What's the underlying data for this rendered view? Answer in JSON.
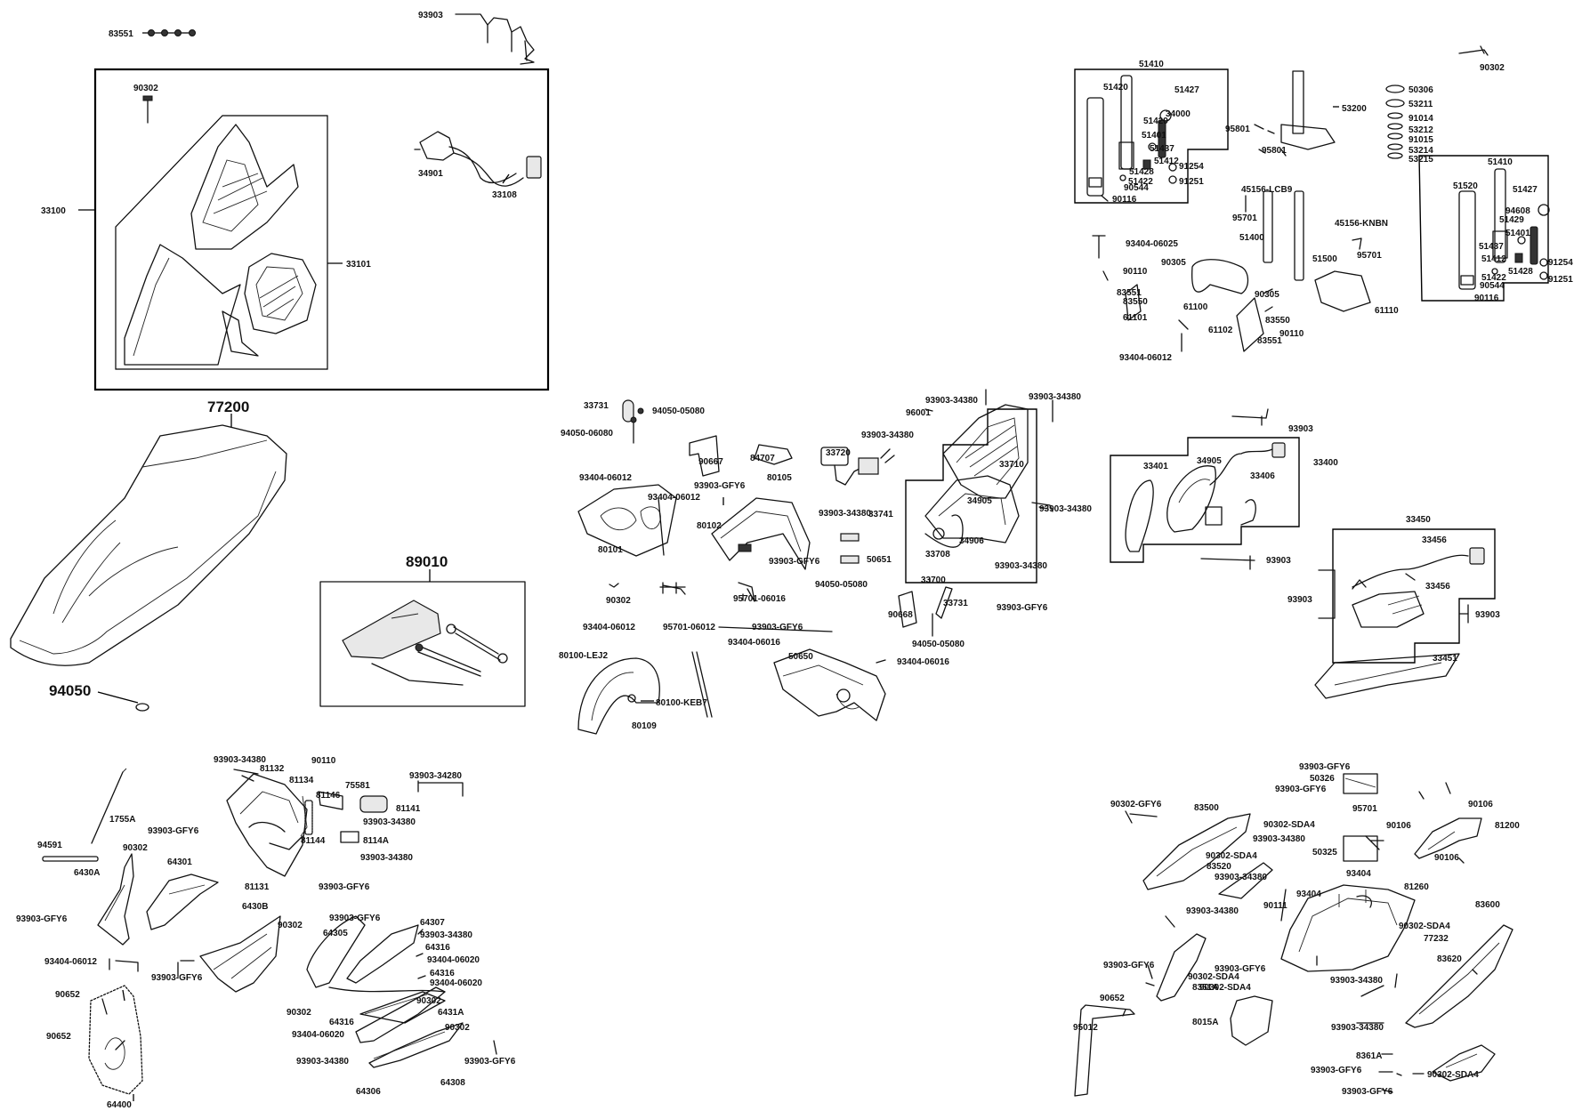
{
  "labels": {
    "l83551a": "83551",
    "l93903a": "93903",
    "l33100": "33100",
    "l90302a": "90302",
    "l34901": "34901",
    "l33108": "33108",
    "l33101": "33101",
    "l77200": "77200",
    "l89010": "89010",
    "l94050": "94050",
    "l33731a": "33731",
    "l94050_05080a": "94050-05080",
    "l94050_06080": "94050-06080",
    "l90667": "90667",
    "l84707": "84707",
    "l33720": "33720",
    "l93404_06012a": "93404-06012",
    "l93903_gfy6a": "93903-GFY6",
    "l80105": "80105",
    "l93404_06012b": "93404-06012",
    "l80102": "80102",
    "l80101": "80101",
    "l93903_gfy6b": "93903-GFY6",
    "l93903_34380a": "93903-34380",
    "l33741": "33741",
    "l50651": "50651",
    "l95701_06016": "95701-06016",
    "l94050_05080b": "94050-05080",
    "l90302b": "90302",
    "l93404_06012c": "93404-06012",
    "l95701_06012": "95701-06012",
    "l93903_gfy6c": "93903-GFY6",
    "l93404_06016a": "93404-06016",
    "l80100_lej2": "80100-LEJ2",
    "l50650": "50650",
    "l93404_06016b": "93404-06016",
    "l80100_keb7": "80100-KEB7",
    "l80109": "80109",
    "l93903_34380b": "93903-34380",
    "l96001": "96001",
    "l93903_34380c": "93903-34380",
    "l93903_34380d": "93903-34380",
    "l33710": "33710",
    "l34905a": "34905",
    "l93903_34380e": "93903-34380",
    "l34906": "34906",
    "l33708": "33708",
    "l93903_34380f": "93903-34380",
    "l33700": "33700",
    "l90668": "90668",
    "l33731b": "33731",
    "l94050_05080c": "94050-05080",
    "l93903_gfy6d": "93903-GFY6",
    "l93903b": "93903",
    "l33401": "33401",
    "l34905b": "34905",
    "l33406": "33406",
    "l33400": "33400",
    "l93903c": "93903",
    "l33450": "33450",
    "l33456a": "33456",
    "l33456b": "33456",
    "l93903d": "93903",
    "l93903e": "93903",
    "l33451": "33451",
    "l90302c": "90302",
    "l51410a": "51410",
    "l51420": "51420",
    "l51427a": "51427",
    "l34000": "34000",
    "l51429a": "51429",
    "l51401a": "51401",
    "l51437a": "51437",
    "l51412a": "51412",
    "l51428a": "51428",
    "l91254a": "91254",
    "l51422a": "51422",
    "l91251a": "91251",
    "l90544a": "90544",
    "l90116a": "90116",
    "l53200": "53200",
    "l95801a": "95801",
    "l95801b": "95801",
    "l50306": "50306",
    "l53211": "53211",
    "l91014": "91014",
    "l53212": "53212",
    "l91015": "91015",
    "l53214": "53214",
    "l53215": "53215",
    "l45156_lcb9": "45156-LCB9",
    "l95701a": "95701",
    "l45156_knbn": "45156-KNBN",
    "l51400": "51400",
    "l51500": "51500",
    "l95701b": "95701",
    "l93404_06025": "93404-06025",
    "l90305a": "90305",
    "l90110a": "90110",
    "l83551b": "83551",
    "l83550a": "83550",
    "l61100": "61100",
    "l90305b": "90305",
    "l61110": "61110",
    "l61101": "61101",
    "l61102": "61102",
    "l83550b": "83550",
    "l90110b": "90110",
    "l83551c": "83551",
    "l93404_06012d": "93404-06012",
    "l51410b": "51410",
    "l51520": "51520",
    "l51427b": "51427",
    "l94608": "94608",
    "l51429b": "51429",
    "l51401b": "51401",
    "l51437b": "51437",
    "l51412b": "51412",
    "l91254b": "91254",
    "l51428b": "51428",
    "l51422b": "51422",
    "l91251b": "91251",
    "l90544b": "90544",
    "l90116b": "90116",
    "l93903_34380g": "93903-34380",
    "l81132": "81132",
    "l90110c": "90110",
    "l81134": "81134",
    "l93903_34280": "93903-34280",
    "l75581": "75581",
    "l81146": "81146",
    "l1755a": "1755A",
    "l93903_gfy6e": "93903-GFY6",
    "l81141": "81141",
    "l93903_34380h": "93903-34380",
    "l94591": "94591",
    "l90302d": "90302",
    "l81144": "81144",
    "l8114a": "8114A",
    "l6430a": "6430A",
    "l64301": "64301",
    "l93903_34380i": "93903-34380",
    "l81131": "81131",
    "l93903_gfy6f": "93903-GFY6",
    "l6430b": "6430B",
    "l93903_gfy6g": "93903-GFY6",
    "l90302e": "90302",
    "l93903_gfy6h": "93903-GFY6",
    "l64307": "64307",
    "l64305": "64305",
    "l93903_34380j": "93903-34380",
    "l64316a": "64316",
    "l93404_06012e": "93404-06012",
    "l93404_06020a": "93404-06020",
    "l93903_gfy6i": "93903-GFY6",
    "l64316b": "64316",
    "l93404_06020b": "93404-06020",
    "l90652a": "90652",
    "l90302f": "90302",
    "l90302g": "90302",
    "l6431a": "6431A",
    "l64316c": "64316",
    "l93404_06020c": "93404-06020",
    "l90302h": "90302",
    "l90652b": "90652",
    "l93903_34380k": "93903-34380",
    "l93903_gfy6j": "93903-GFY6",
    "l64306": "64306",
    "l64308": "64308",
    "l64400": "64400",
    "l93903_gfy6k": "93903-GFY6",
    "l50326": "50326",
    "l93903_gfy6l": "93903-GFY6",
    "l90302_gfy6": "90302-GFY6",
    "l83500": "83500",
    "l90302_sda4a": "90302-SDA4",
    "l95701c": "95701",
    "l90106a": "90106",
    "l93903_34380l": "93903-34380",
    "l90106b": "90106",
    "l81200": "81200",
    "l90302_sda4b": "90302-SDA4",
    "l50325": "50325",
    "l83520": "83520",
    "l90106c": "90106",
    "l93903_34380m": "93903-34380",
    "l93404a": "93404",
    "l81260": "81260",
    "l93404b": "93404",
    "l90111": "90111",
    "l83600": "83600",
    "l93903_34380n": "93903-34380",
    "l90302_sda4c": "90302-SDA4",
    "l77232": "77232",
    "l93903_gfy6m": "93903-GFY6",
    "l90302_sda4d": "90302-SDA4",
    "l83620": "83620",
    "l93903_gfy6n": "93903-GFY6",
    "l8351a": "8351A",
    "l90302_sda4e": "90302-SDA4",
    "l93903_34380o": "93903-34380",
    "l90652c": "90652",
    "l8015a": "8015A",
    "l95012": "95012",
    "l93903_34380p": "93903-34380",
    "l8361a": "8361A",
    "l93903_gfy6o": "93903-GFY6",
    "l90302_sda4f": "90302-SDA4",
    "l93903_gfy6p": "93903-GFY6"
  }
}
